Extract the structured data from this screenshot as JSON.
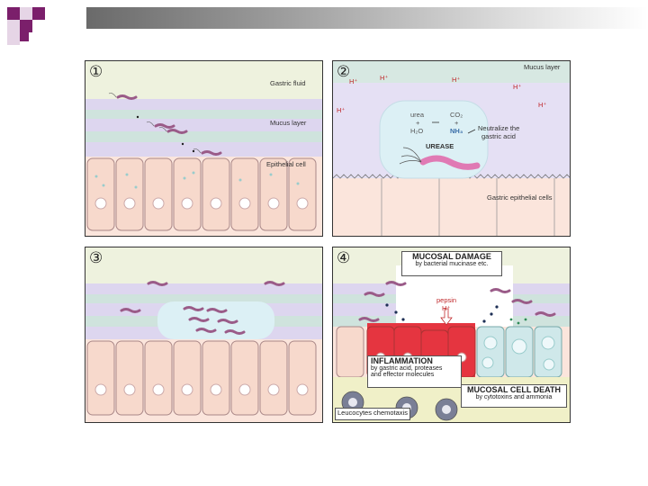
{
  "slide_decoration": {
    "accent_color": "#7b1f6b",
    "light_color": "#e6d5e6"
  },
  "panels": {
    "p1": {
      "number": "①",
      "gastric_fluid": "Gastric fluid",
      "mucus_layer": "Mucus layer",
      "epithelial_cell": "Epithelial cell"
    },
    "p2": {
      "number": "②",
      "mucus_layer": "Mucus layer",
      "h_plus": "H⁺",
      "urea": "urea",
      "plus1": "+",
      "h2o": "H₂O",
      "co2": "CO₂",
      "plus2": "+",
      "nh3": "NH₃",
      "neutralize_1": "Neutralize the",
      "neutralize_2": "gastric acid",
      "urease": "UREASE",
      "gastric_epithelial_cells": "Gastric epithelial cells"
    },
    "p3": {
      "number": "③"
    },
    "p4": {
      "number": "④",
      "mucosal_damage_title": "MUCOSAL DAMAGE",
      "mucosal_damage_sub": "by bacterial mucinase etc.",
      "pepsin": "pepsin",
      "h_plus": "H⁺",
      "inflammation_title": "INFLAMMATION",
      "inflammation_sub_1": "by gastric acid, proteases",
      "inflammation_sub_2": "and effector molecules",
      "cell_death_title": "MUCOSAL CELL DEATH",
      "cell_death_sub": "by cytotoxins and ammonia",
      "leucocytes": "Leucocytes chemotaxis"
    }
  }
}
